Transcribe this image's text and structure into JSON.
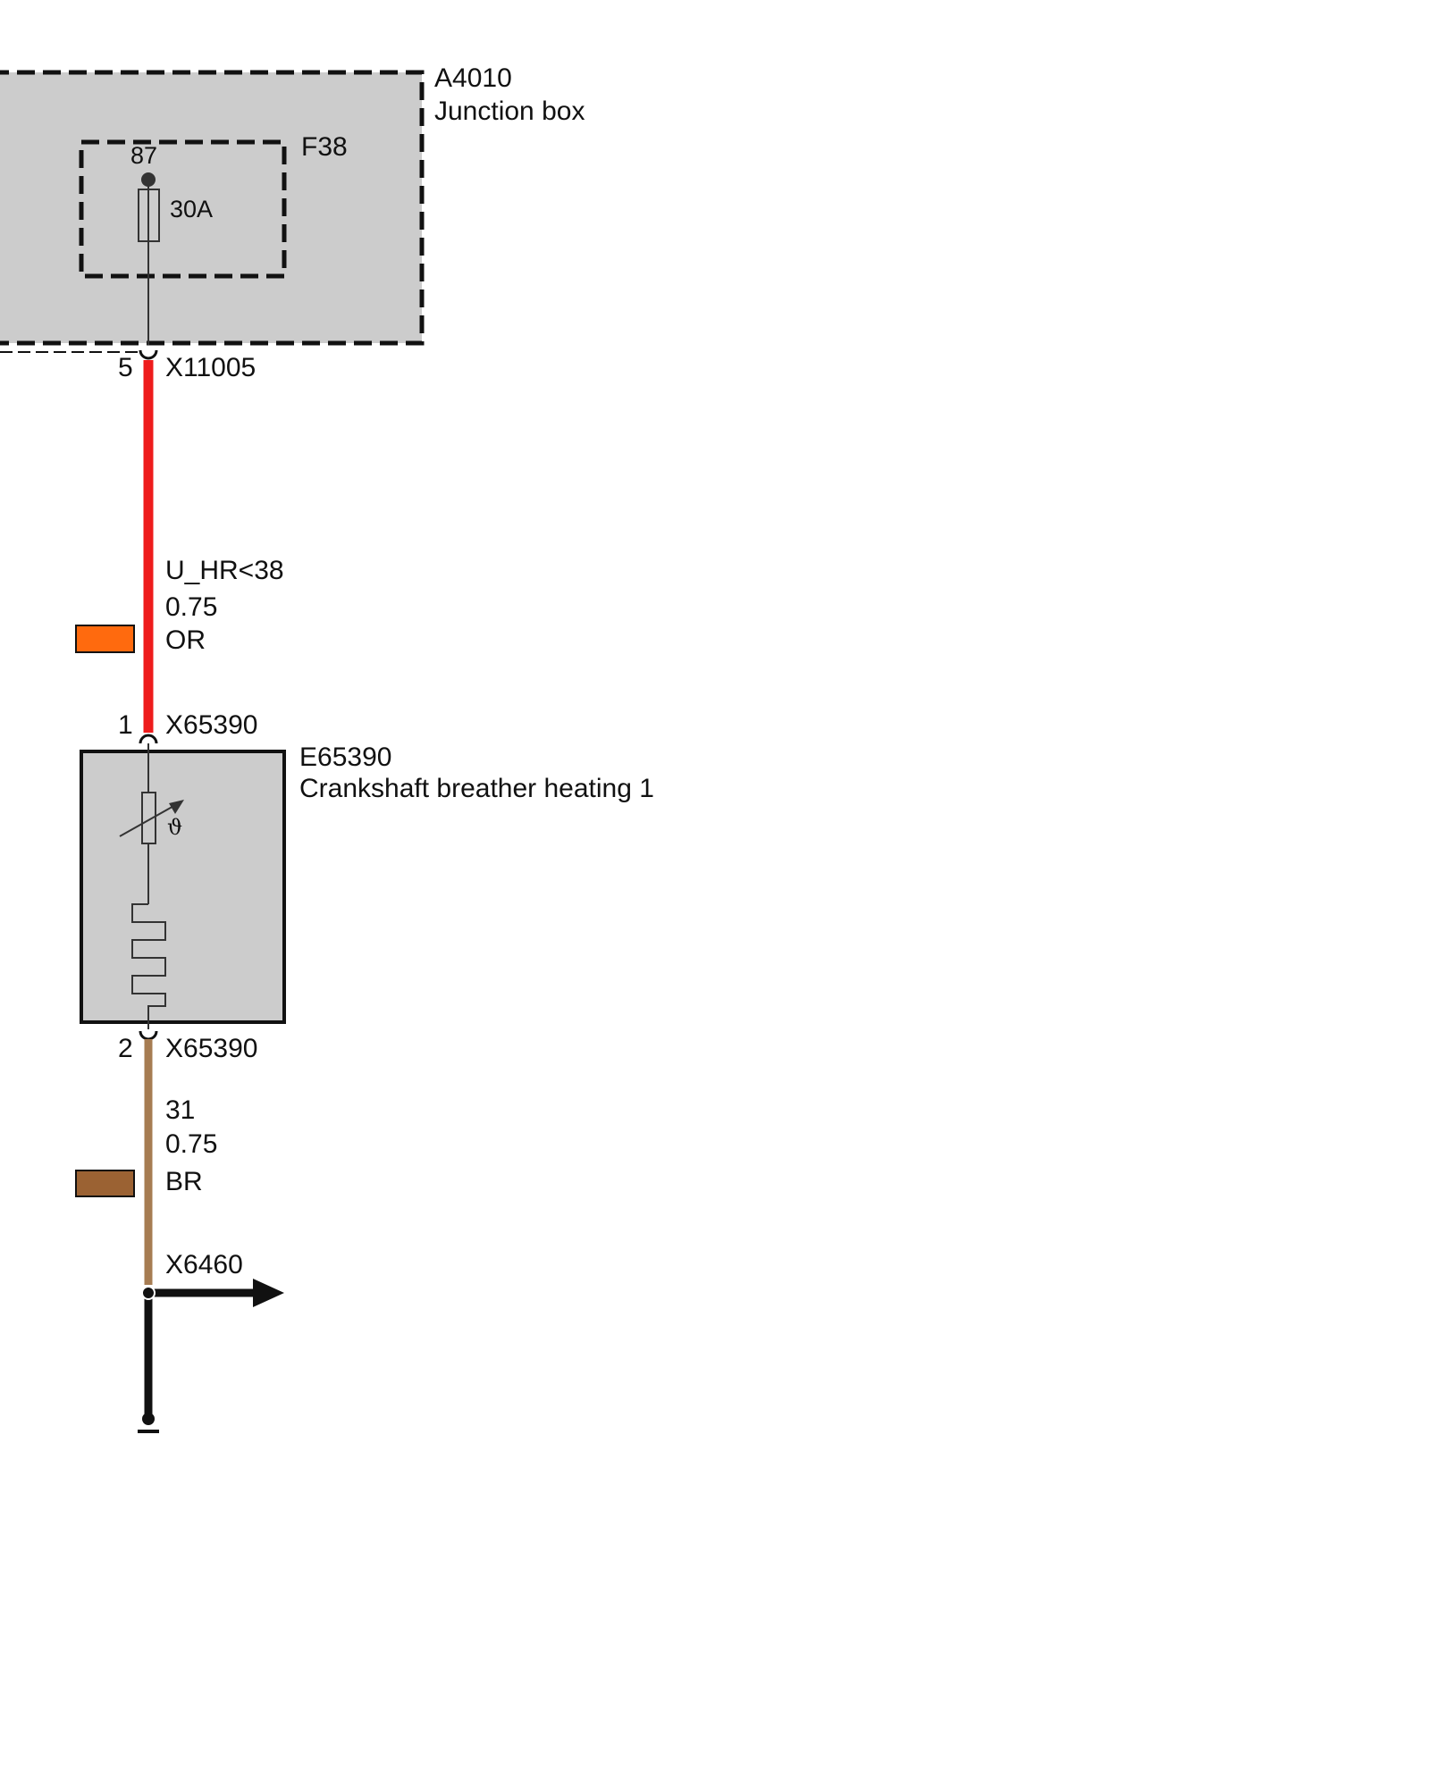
{
  "junction_box": {
    "id": "A4010",
    "name": "Junction box",
    "fuse": {
      "id": "F38",
      "terminal": "87",
      "rating": "30A"
    },
    "connector": {
      "pin": "5",
      "id": "X11005"
    }
  },
  "wire_supply": {
    "signal": "U_HR<38",
    "gauge": "0.75",
    "color_code": "OR",
    "swatch_color": "#ff6a0e",
    "line_color": "#ee1c1c"
  },
  "heater": {
    "id": "E65390",
    "name": "Crankshaft breather heating 1",
    "connector_in": {
      "pin": "1",
      "id": "X65390"
    },
    "connector_out": {
      "pin": "2",
      "id": "X65390"
    },
    "ntc_symbol": "ϑ"
  },
  "wire_ground": {
    "signal": "31",
    "gauge": "0.75",
    "color_code": "BR",
    "swatch_color": "#9b6233",
    "line_color": "#a67c52"
  },
  "splice": {
    "id": "X6460"
  },
  "colors": {
    "box_fill": "#cccccc",
    "outline": "#111111"
  }
}
